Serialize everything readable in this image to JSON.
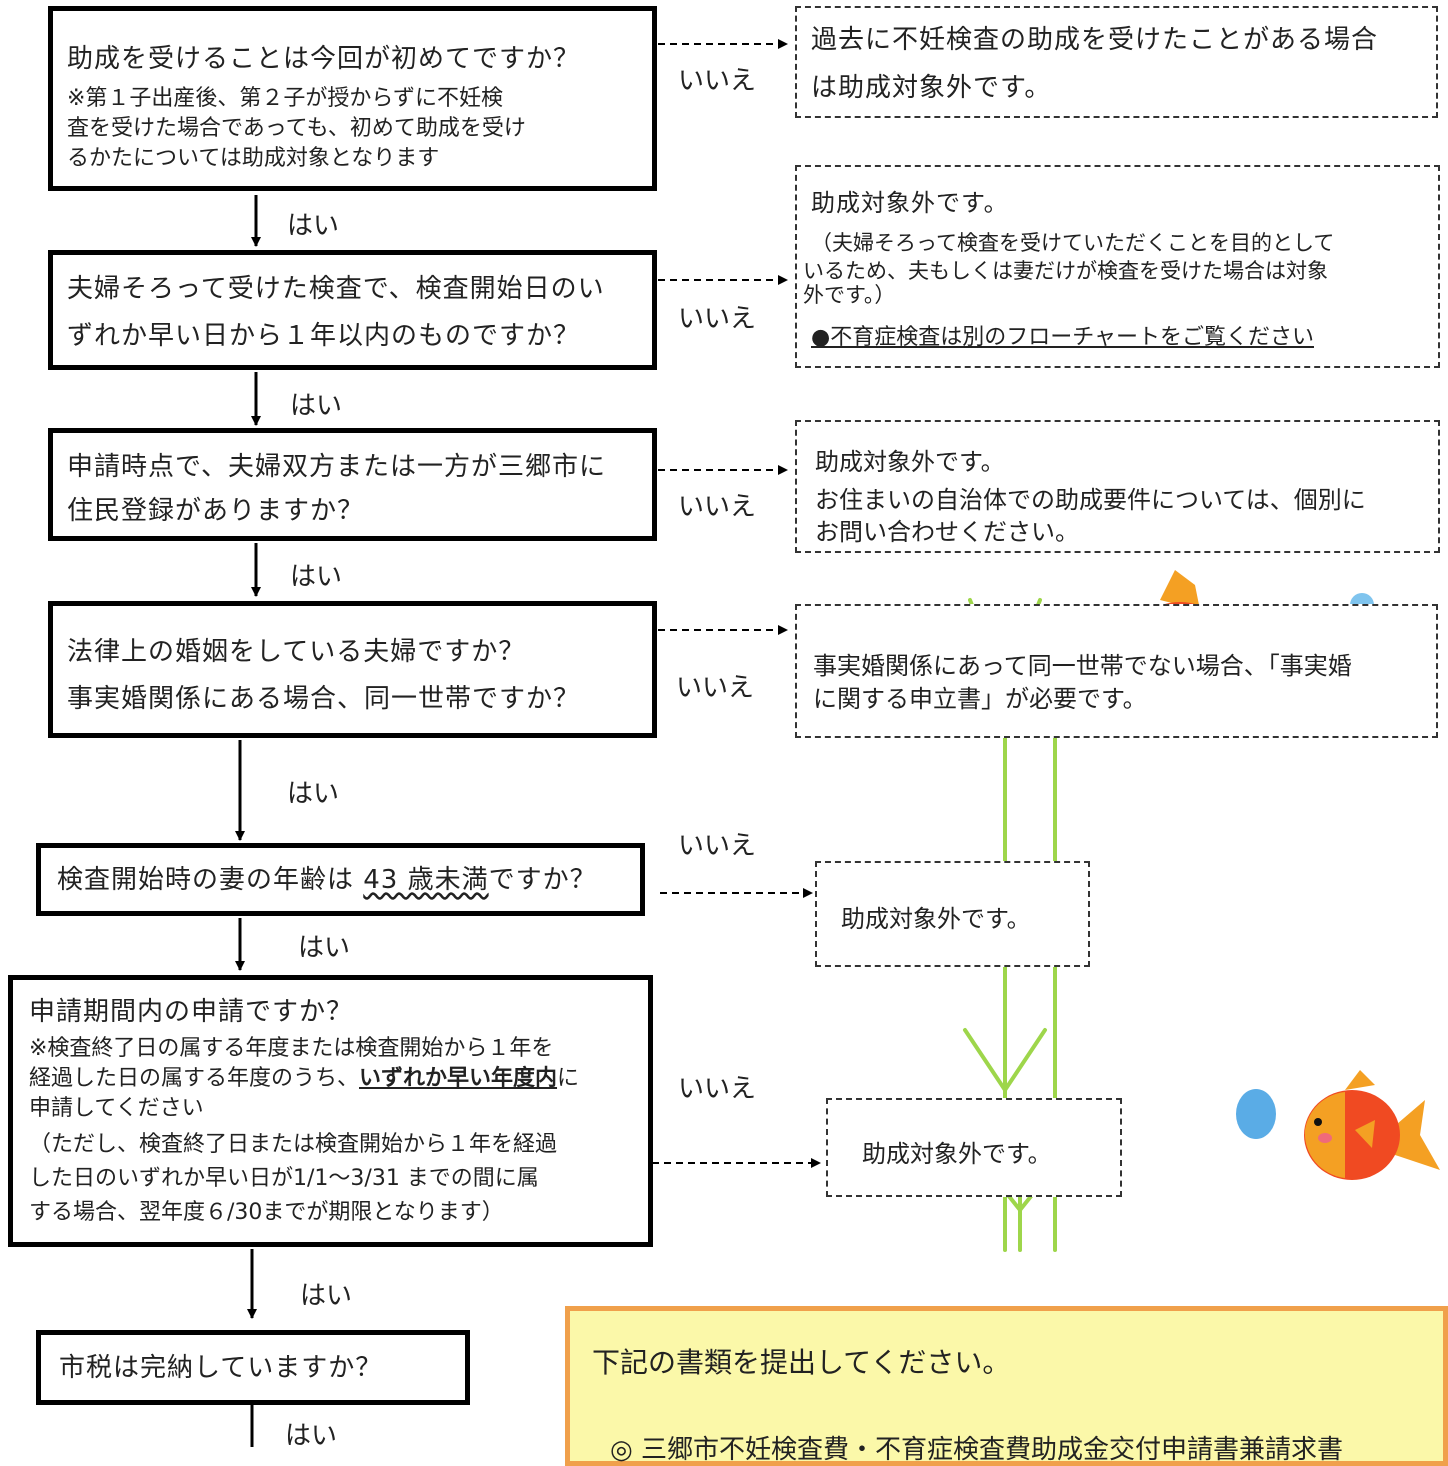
{
  "labels": {
    "yes": "はい",
    "no": "いいえ"
  },
  "questions": [
    {
      "main": "助成を受けることは今回が初めてですか？",
      "note": [
        "※第１子出産後、第２子が授からずに不妊検",
        "査を受けた場合であっても、初めて助成を受け",
        "るかたについては助成対象となります"
      ]
    },
    {
      "lines": [
        "夫婦そろって受けた検査で、検査開始日のい",
        "ずれか早い日から１年以内のものですか？"
      ]
    },
    {
      "lines": [
        "申請時点で、夫婦双方または一方が三郷市に",
        "住民登録がありますか？"
      ]
    },
    {
      "lines": [
        "法律上の婚姻をしている夫婦ですか？",
        "事実婚関係にある場合、同一世帯ですか？"
      ]
    },
    {
      "pre": "検査開始時の妻の年齢は ",
      "emph": "43 歳未満",
      "post": "ですか？"
    },
    {
      "main": "申請期間内の申請ですか？",
      "note1": "※検査終了日の属する年度または検査開始から１年を",
      "note2_pre": "経過した日の属する年度のうち、",
      "note2_emph": "いずれか早い年度内",
      "note2_post": "に",
      "note3": "申請してください",
      "paren": [
        "（ただし、検査終了日または検査開始から１年を経過",
        "した日のいずれか早い日が1/1～3/31 までの間に属",
        "する場合、翌年度６/30までが期限となります）"
      ]
    },
    {
      "main": "市税は完納していますか？"
    }
  ],
  "outcomes": [
    {
      "lines": [
        "過去に不妊検査の助成を受けたことがある場合",
        "は助成対象外です。"
      ]
    },
    {
      "title": "助成対象外です。",
      "detail": [
        "（夫婦そろって検査を受けていただくことを目的として",
        "いるため、夫もしくは妻だけが検査を受けた場合は対象",
        "外です。）"
      ],
      "link": "●不育症検査は別のフローチャートをご覧ください"
    },
    {
      "lines": [
        "助成対象外です。",
        "お住まいの自治体での助成要件については、個別に",
        "お問い合わせください。"
      ]
    },
    {
      "lines": [
        "事実婚関係にあって同一世帯でない場合、「事実婚",
        "に関する申立書」が必要です。"
      ]
    },
    {
      "text": "助成対象外です。"
    },
    {
      "text": "助成対象外です。"
    }
  ],
  "panel": {
    "title": "下記の書類を提出してください。",
    "first_item": "◎ 三郷市不妊検査費・不育症検査費助成金交付申請書兼請求書"
  },
  "colors": {
    "panel_bg": "#fbf8a9",
    "panel_border": "#f0a04b",
    "fish_body": "#f04a22",
    "fish_fin": "#f4a023",
    "plant": "#9ed64b"
  }
}
